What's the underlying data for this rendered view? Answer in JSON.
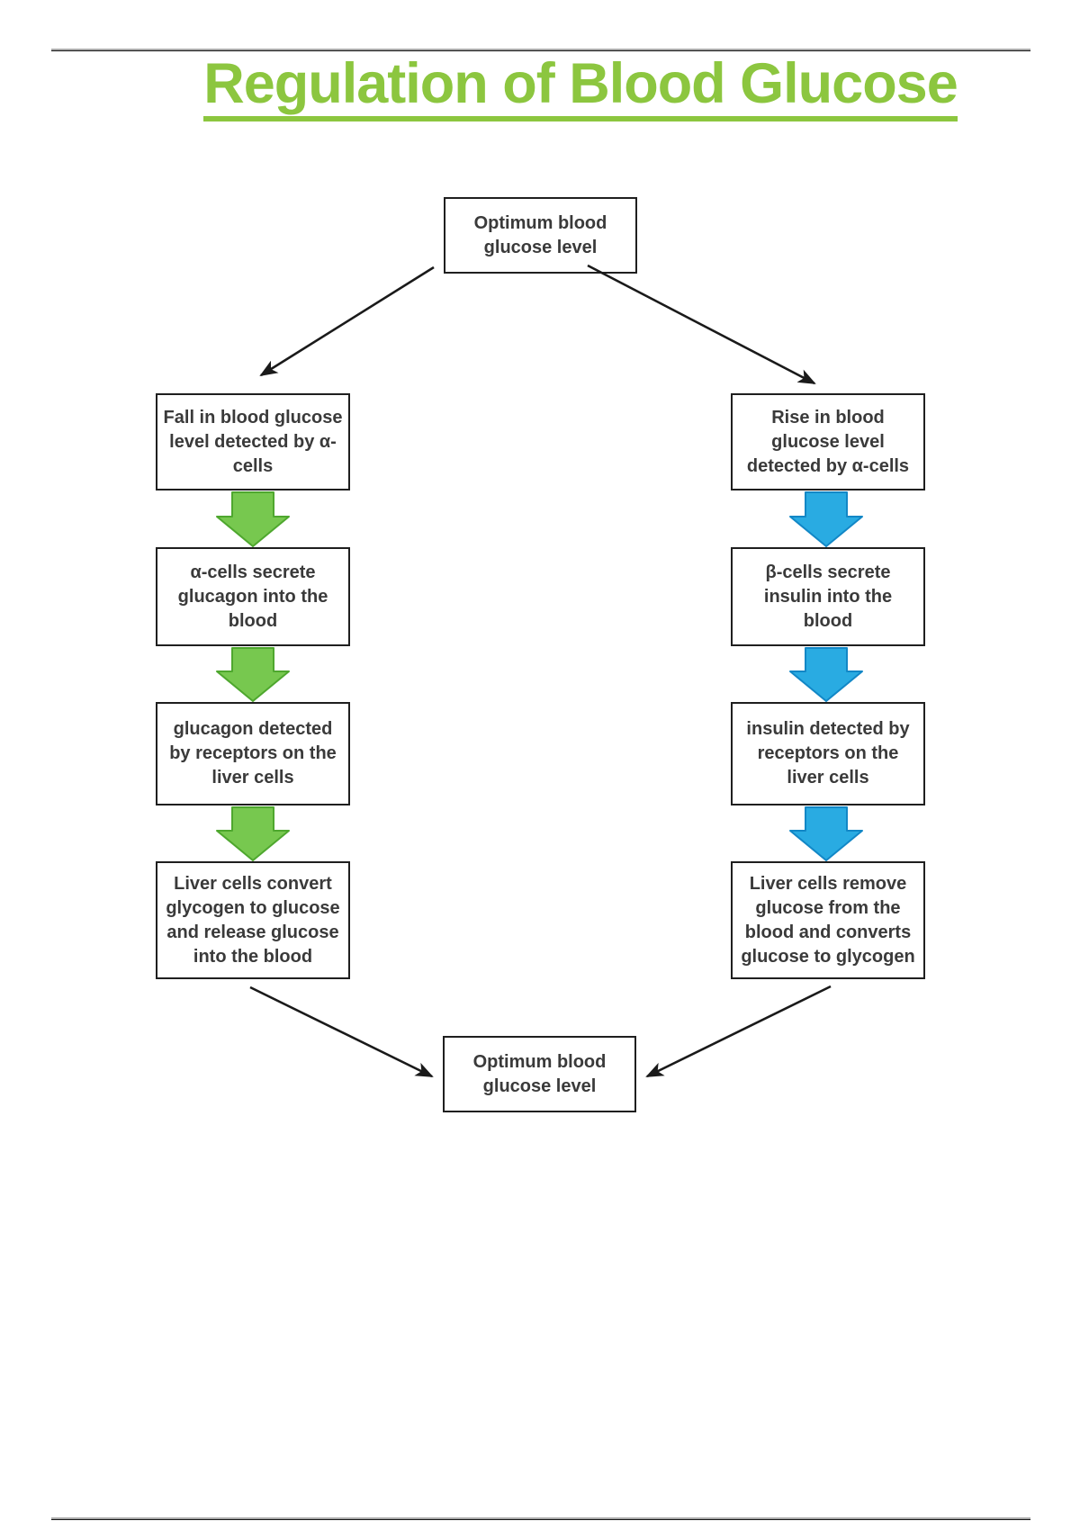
{
  "title": "Regulation of Blood Glucose",
  "colors": {
    "title_green": "#8CC63F",
    "green_arrow_fill": "#77C84F",
    "green_arrow_stroke": "#4EA72E",
    "blue_arrow_fill": "#29ABE2",
    "blue_arrow_stroke": "#1287C6",
    "box_border": "#1f1f1f",
    "box_text": "#3a3a3a",
    "connector": "#1a1a1a",
    "rule": "#161616"
  },
  "flowchart": {
    "start": {
      "text": "Optimum blood\nglucose level"
    },
    "left_branch": [
      {
        "text": "Fall in blood glucose\nlevel detected by α-\ncells"
      },
      {
        "text": "α-cells secrete\nglucagon into the\nblood"
      },
      {
        "text": "glucagon detected\nby receptors on the\nliver cells"
      },
      {
        "text": "Liver cells convert\nglycogen to glucose\nand release glucose\ninto the blood"
      }
    ],
    "right_branch": [
      {
        "text": "Rise in blood\nglucose level\ndetected by α-cells"
      },
      {
        "text": "β-cells secrete\ninsulin into the\nblood"
      },
      {
        "text": "insulin detected by\nreceptors on the\nliver cells"
      },
      {
        "text": "Liver cells remove\nglucose from the\nblood and converts\nglucose to glycogen"
      }
    ],
    "end": {
      "text": "Optimum blood\nglucose level"
    }
  }
}
